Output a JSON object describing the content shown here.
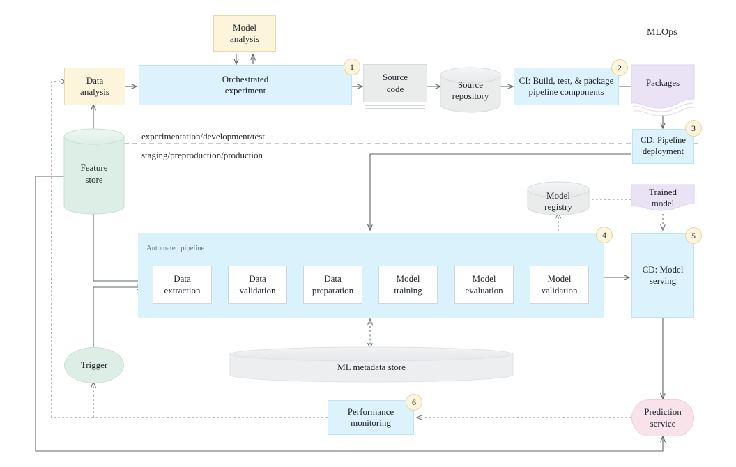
{
  "diagram": {
    "title": "MLOps",
    "zone_labels": {
      "top": "experimentation/development/test",
      "bottom": "staging/preproduction/production"
    },
    "pipeline_caption": "Automated pipeline"
  },
  "nodes": {
    "model_analysis": "Model\nanalysis",
    "data_analysis": "Data\nanalysis",
    "orchestrated_experiment": "Orchestrated\nexperiment",
    "source_code": "Source\ncode",
    "source_repository": "Source\nrepository",
    "ci_build": "CI: Build, test, & package\npipeline components",
    "packages": "Packages",
    "cd_pipeline_deployment": "CD: Pipeline\ndeployment",
    "feature_store": "Feature\nstore",
    "trigger": "Trigger",
    "data_extraction": "Data\nextraction",
    "data_validation": "Data\nvalidation",
    "data_preparation": "Data\npreparation",
    "model_training": "Model\ntraining",
    "model_evaluation": "Model\nevaluation",
    "model_validation": "Model\nvalidation",
    "model_registry": "Model\nregistry",
    "trained_model": "Trained\nmodel",
    "cd_model_serving": "CD: Model\nserving",
    "ml_metadata_store": "ML metadata store",
    "performance_monitoring": "Performance\nmonitoring",
    "prediction_service": "Prediction\nservice"
  },
  "badges": {
    "orchestrated_experiment": "1",
    "ci_build": "2",
    "cd_pipeline_deployment": "3",
    "automated_pipeline": "4",
    "cd_model_serving": "5",
    "performance_monitoring": "6"
  },
  "colors": {
    "cream": "#fdf4dc",
    "blue": "#dcf2fd",
    "band_blue": "#d9f2fc",
    "gray": "#eaecec",
    "lavender": "#eae3f5",
    "green": "#ddeee6",
    "pink": "#fae2eb",
    "line": "#5d6468",
    "text": "#20242b"
  }
}
